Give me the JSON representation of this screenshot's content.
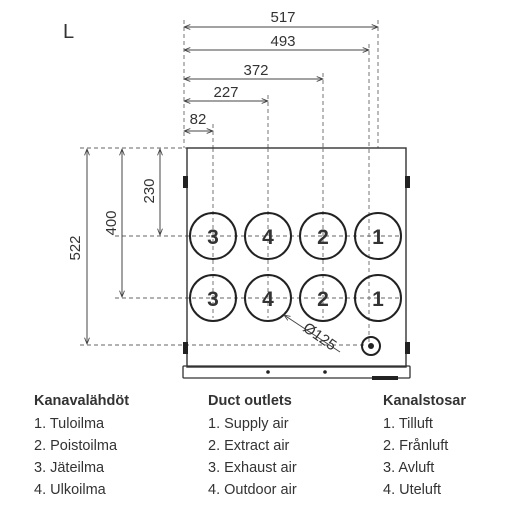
{
  "view_label": "L",
  "dimensions": {
    "width_total": "517",
    "width_2": "493",
    "width_3": "372",
    "width_4": "227",
    "width_5": "82",
    "height_total": "522",
    "height_2": "400",
    "height_3": "230",
    "diameter": "Ø125"
  },
  "outlets": {
    "top_row": [
      "3",
      "4",
      "2",
      "1"
    ],
    "bottom_row": [
      "3",
      "4",
      "2",
      "1"
    ]
  },
  "legend": {
    "finnish": {
      "heading": "Kanavalähdöt",
      "items": [
        "1. Tuloilma",
        "2. Poistoilma",
        "3. Jäteilma",
        "4. Ulkoilma"
      ]
    },
    "english": {
      "heading": "Duct outlets",
      "items": [
        "1. Supply air",
        "2. Extract air",
        "3. Exhaust air",
        "4. Outdoor air"
      ]
    },
    "swedish": {
      "heading": "Kanalstosar",
      "items": [
        "1. Tilluft",
        "2. Frånluft",
        "3. Avluft",
        "4. Uteluft"
      ]
    }
  }
}
